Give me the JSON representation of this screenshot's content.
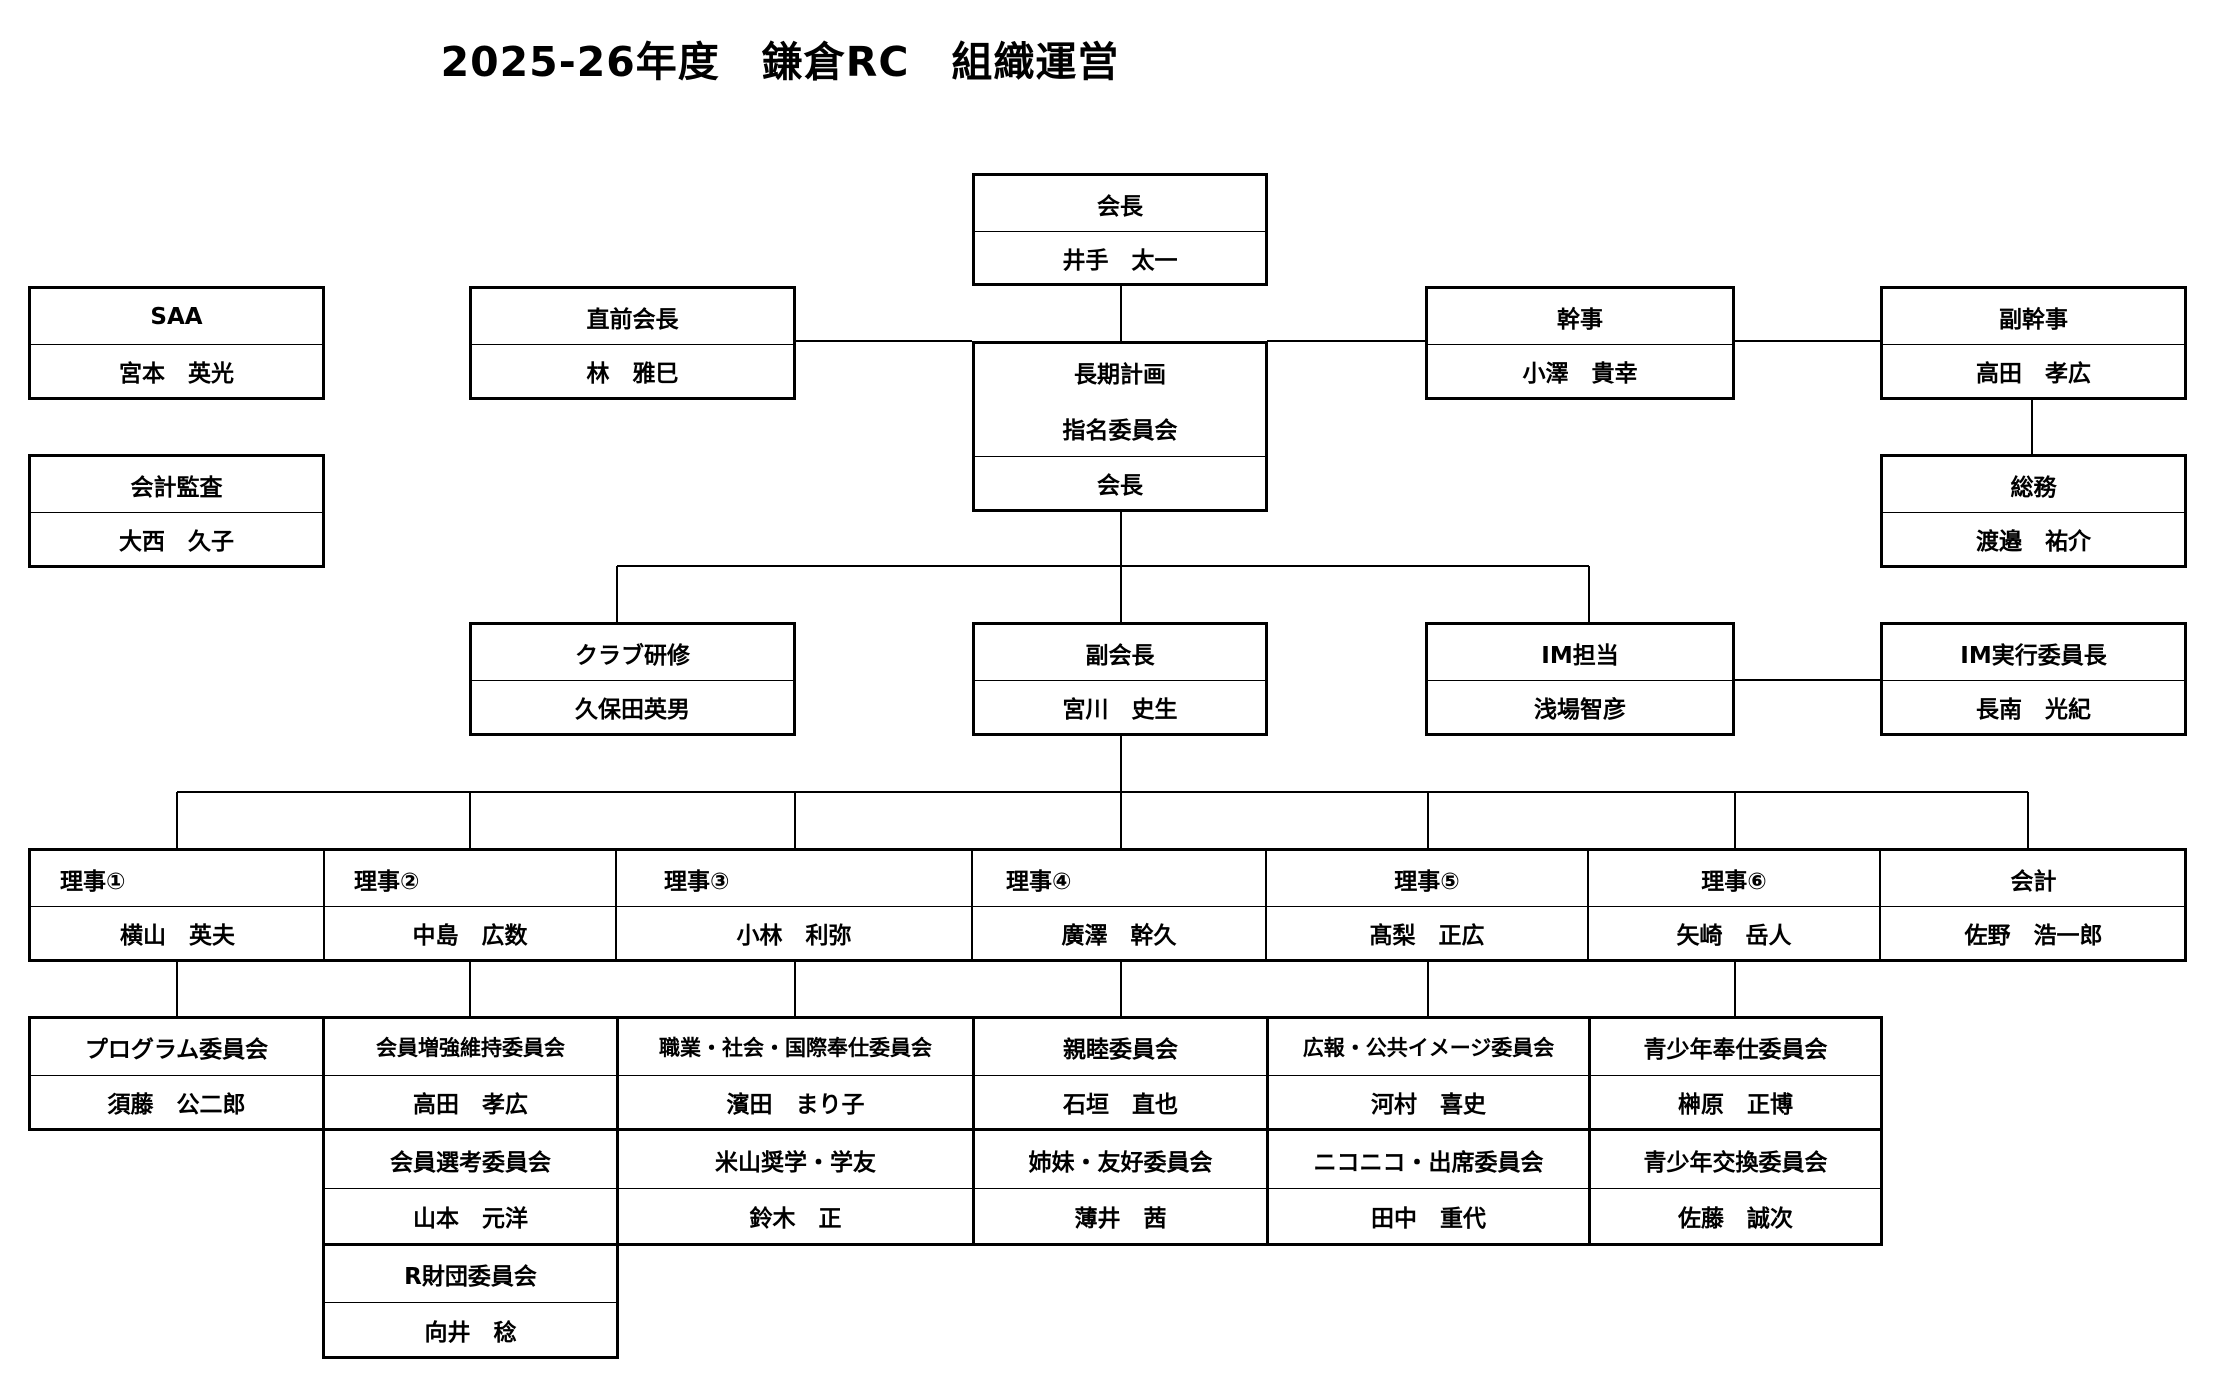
{
  "title": "2025-26年度　鎌倉RC　組織運営",
  "boxes": {
    "president": {
      "role": "会長",
      "name": "井手　太一"
    },
    "saa": {
      "role": "SAA",
      "name": "宮本　英光"
    },
    "past_president": {
      "role": "直前会長",
      "name": "林　雅巳"
    },
    "secretary": {
      "role": "幹事",
      "name": "小澤　貴幸"
    },
    "vice_secretary": {
      "role": "副幹事",
      "name": "高田　孝広"
    },
    "auditor": {
      "role": "会計監査",
      "name": "大西　久子"
    },
    "long_term": {
      "role": "長期計画",
      "role2": "指名委員会",
      "name": "会長"
    },
    "general_affairs": {
      "role": "総務",
      "name": "渡邉　祐介"
    },
    "club_training": {
      "role": "クラブ研修",
      "name": "久保田英男"
    },
    "vice_president": {
      "role": "副会長",
      "name": "宮川　史生"
    },
    "im": {
      "role": "IM担当",
      "name": "浅場智彦"
    },
    "im_chair": {
      "role": "IM実行委員長",
      "name": "長南　光紀"
    },
    "director1": {
      "role": "理事①",
      "name": "横山　英夫"
    },
    "director2": {
      "role": "理事②",
      "name": "中島　広数"
    },
    "director3": {
      "role": "理事③",
      "name": "小林　利弥"
    },
    "director4": {
      "role": "理事④",
      "name": "廣澤　幹久"
    },
    "director5": {
      "role": "理事⑤",
      "name": "髙梨　正広"
    },
    "director6": {
      "role": "理事⑥",
      "name": "矢崎　岳人"
    },
    "treasurer": {
      "role": "会計",
      "name": "佐野　浩一郎"
    }
  },
  "committees": {
    "program": {
      "role": "プログラム委員会",
      "name": "須藤　公二郎"
    },
    "membership": {
      "role": "会員増強維持委員会",
      "name": "高田　孝広"
    },
    "selection": {
      "role": "会員選考委員会",
      "name": "山本　元洋"
    },
    "foundation": {
      "role": "R財団委員会",
      "name": "向井　稔"
    },
    "vocational": {
      "role": "職業・社会・国際奉仕委員会",
      "name": "濱田　まり子"
    },
    "yoneyama": {
      "role": "米山奨学・学友",
      "name": "鈴木　正"
    },
    "fellowship": {
      "role": "親睦委員会",
      "name": "石垣　直也"
    },
    "sister": {
      "role": "姉妹・友好委員会",
      "name": "薄井　茜"
    },
    "pr": {
      "role": "広報・公共イメージ委員会",
      "name": "河村　喜史"
    },
    "nikoniko": {
      "role": "ニコニコ・出席委員会",
      "name": "田中　重代"
    },
    "youth_service": {
      "role": "青少年奉仕委員会",
      "name": "榊原　正博"
    },
    "youth_exchange": {
      "role": "青少年交換委員会",
      "name": "佐藤　誠次"
    }
  }
}
